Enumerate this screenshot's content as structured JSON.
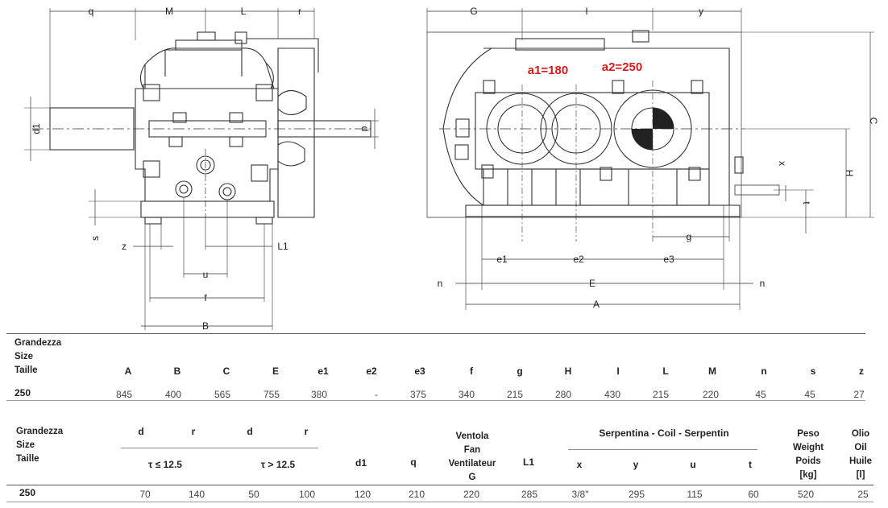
{
  "drawing": {
    "left_view_labels": {
      "q": "q",
      "M": "M",
      "L": "L",
      "r": "r",
      "d1": "d1",
      "d": "d",
      "s": "s",
      "z": "z",
      "L1": "L1",
      "u": "u",
      "f": "f",
      "B": "B"
    },
    "right_view_labels": {
      "G": "G",
      "I": "I",
      "y": "y",
      "C": "C",
      "H": "H",
      "x": "x",
      "t": "t",
      "g": "g",
      "e1": "e1",
      "e2": "e2",
      "e3": "e3",
      "n_left": "n",
      "E": "E",
      "n_right": "n",
      "A": "A"
    },
    "annotations": {
      "a1": "a1=180",
      "a2": "a2=250"
    },
    "annotation_color": "#d81b1b"
  },
  "table1": {
    "row_header": [
      "Grandezza",
      "Size",
      "Taille"
    ],
    "columns": [
      "A",
      "B",
      "C",
      "E",
      "e1",
      "e2",
      "e3",
      "f",
      "g",
      "H",
      "I",
      "L",
      "M",
      "n",
      "s",
      "z"
    ],
    "row": {
      "size": "250",
      "values": [
        "845",
        "400",
        "565",
        "755",
        "380",
        "-",
        "375",
        "340",
        "215",
        "280",
        "430",
        "215",
        "220",
        "45",
        "45",
        "27"
      ]
    }
  },
  "table2": {
    "row_header": [
      "Grandezza",
      "Size",
      "Taille"
    ],
    "group1": {
      "d": "d",
      "r": "r",
      "cond": "τ ≤ 12.5"
    },
    "group2": {
      "d": "d",
      "r": "r",
      "cond": "τ > 12.5"
    },
    "d1": "d1",
    "q": "q",
    "fan": [
      "Ventola",
      "Fan",
      "Ventilateur",
      "G"
    ],
    "L1": "L1",
    "coil_title": "Serpentina - Coil - Serpentin",
    "coil_cols": [
      "x",
      "y",
      "u",
      "t"
    ],
    "weight": [
      "Peso",
      "Weight",
      "Poids",
      "[kg]"
    ],
    "oil": [
      "Olio",
      "Oil",
      "Huile",
      "[l]"
    ],
    "row": {
      "size": "250",
      "values": [
        "70",
        "140",
        "50",
        "100",
        "120",
        "210",
        "220",
        "285",
        "3/8\"",
        "295",
        "115",
        "60",
        "520",
        "25"
      ]
    }
  }
}
